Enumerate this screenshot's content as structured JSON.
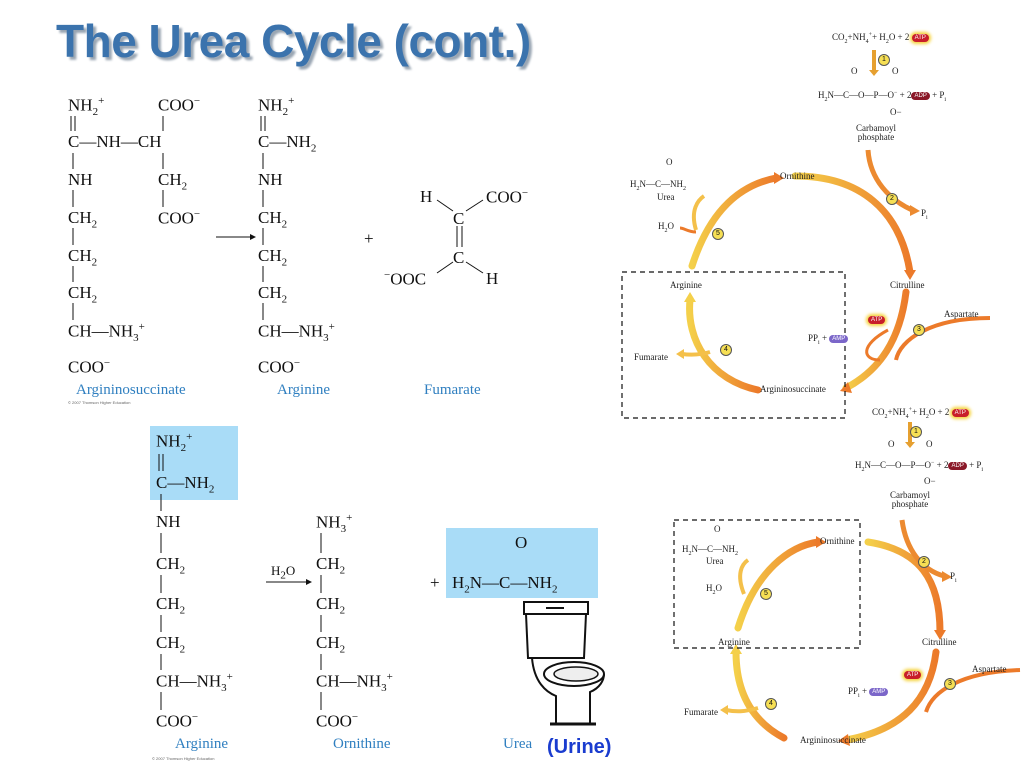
{
  "title": "The Urea Cycle (cont.)",
  "urine_label": "(Urine)",
  "top_reaction": {
    "argininosuccinate_lines": [
      "NH2+",
      "C—NH—CH",
      "NH",
      "CH2",
      "CH2",
      "CH2",
      "CH—NH3+",
      "COO−"
    ],
    "argininosuccinate_branch": [
      "COO−",
      "CH2",
      "COO−"
    ],
    "arginine_lines": [
      "NH2+",
      "C—NH2",
      "NH",
      "CH2",
      "CH2",
      "CH2",
      "CH—NH3+",
      "COO−"
    ],
    "fumarate_atoms": [
      "H",
      "C",
      "COO−",
      "−OOC",
      "C",
      "H"
    ],
    "plus": "+",
    "caption_argininosuccinate": "Argininosuccinate",
    "caption_arginine": "Arginine",
    "caption_fumarate": "Fumarate",
    "copyright": "© 2007 Thomson Higher Education"
  },
  "bottom_reaction": {
    "arginine_lines": [
      "NH2+",
      "C—NH2",
      "NH",
      "CH2",
      "CH2",
      "CH2",
      "CH—NH3+",
      "COO−"
    ],
    "reagent": "H2O",
    "ornithine_lines": [
      "NH3+",
      "CH2",
      "CH2",
      "CH2",
      "CH—NH3+",
      "COO−"
    ],
    "plus": "+",
    "urea_top": "O",
    "urea_formula": "H2N—C—NH2",
    "caption_arginine": "Arginine",
    "caption_ornithine": "Ornithine",
    "caption_urea": "Urea",
    "copyright": "© 2007 Thomson Higher Education"
  },
  "cycle": {
    "input": "CO2+NH4++H2O + 2",
    "atp": "ATP",
    "adp": "ADP",
    "amp": "AMP",
    "carbamoyl_formula": "H2N—C—O—P—O− + 2",
    "carbamoyl_tail": "+ Pi",
    "carbamoyl_o": "O",
    "carbamoyl_ominus": "O−",
    "carbamoyl_name": "Carbamoyl phosphate",
    "ornithine": "Ornithine",
    "citrulline": "Citrulline",
    "aspartate": "Aspartate",
    "argininosuccinate": "Argininosuccinate",
    "fumarate": "Fumarate",
    "arginine": "Arginine",
    "urea_formula": "H2N—C—NH2",
    "urea_o": "O",
    "urea": "Urea",
    "h2o": "H2O",
    "pi": "Pi",
    "ppi": "PPi +",
    "steps": [
      "1",
      "2",
      "3",
      "4",
      "5"
    ]
  },
  "colors": {
    "title": "#3b73ad",
    "caption": "#2f7fc0",
    "highlight": "#a9dcf7",
    "urine": "#1a3ccf",
    "arrow_light": "#f4d04a",
    "arrow_dark": "#ec7a2a"
  },
  "icons": [
    "toilet-icon",
    "reaction-arrow-icon"
  ]
}
